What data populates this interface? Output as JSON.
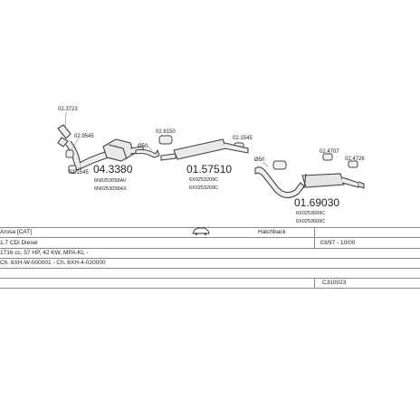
{
  "parts": [
    {
      "code": "02.3723"
    },
    {
      "code": "02.9545"
    },
    {
      "code": "02.1545"
    },
    {
      "code": "04.3380",
      "oe": [
        "6N0253058AV",
        "6N0253058AX"
      ]
    },
    {
      "code": "Ø50"
    },
    {
      "code": "02.8150"
    },
    {
      "code": "01.57510",
      "oe": [
        "6X0253209C",
        "6X0253209C"
      ]
    },
    {
      "code": "02.1545"
    },
    {
      "code": "Ø50"
    },
    {
      "code": "02.4707"
    },
    {
      "code": "02.4726"
    },
    {
      "code": "01.69030",
      "oe": [
        "6X0253609C",
        "6X0253609C"
      ]
    }
  ],
  "info": {
    "model": "Arosa [CAT]",
    "body": "Hatchback",
    "engine": "1.7 CDi Diesel",
    "years": "03/97 - 10/00",
    "spec": "1716 cc, 57 HP, 42 KW, MPA-KL -",
    "chassis": "Ch. 6XH-W-000001 - Ch. 6XH-4-020000",
    "kit": "C310023"
  }
}
